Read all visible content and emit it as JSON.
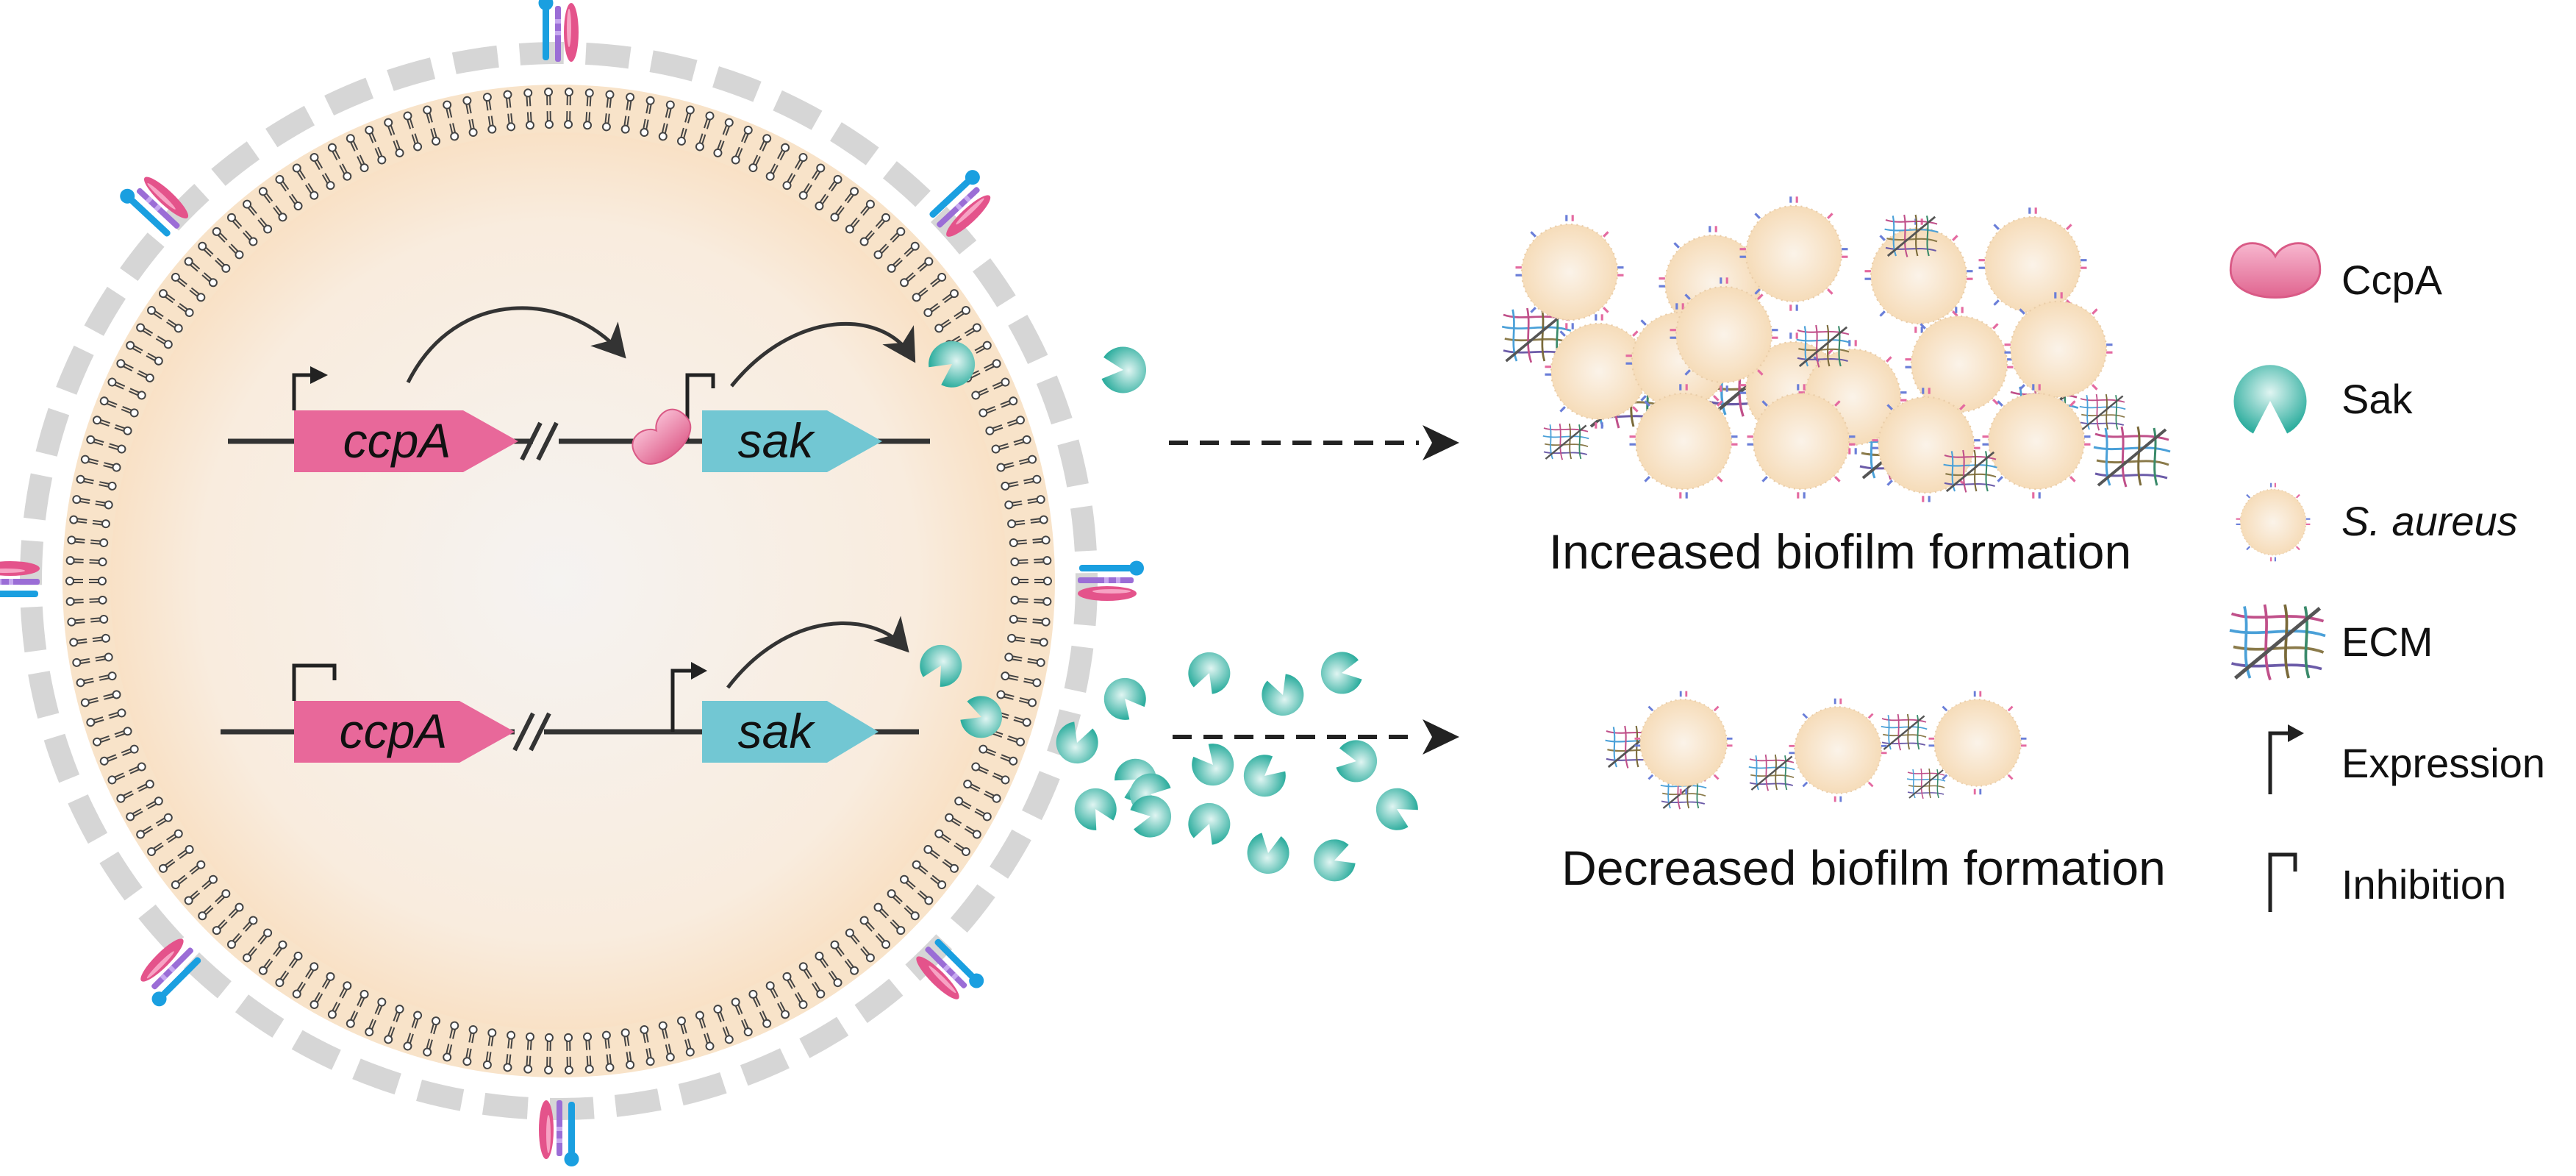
{
  "cell": {
    "top_operon": {
      "gene1": "ccpA",
      "gene2": "sak"
    },
    "bottom_operon": {
      "gene1": "ccpA",
      "gene2": "sak"
    }
  },
  "outcomes": {
    "increased": "Increased biofilm formation",
    "decreased": "Decreased biofilm formation"
  },
  "legend": {
    "ccpa": "CcpA",
    "sak": "Sak",
    "s_aureus": "S. aureus",
    "ecm": "ECM",
    "expression": "Expression",
    "inhibition": "Inhibition"
  },
  "colors": {
    "ccpa_pink": "#e8689a",
    "sak_teal": "#4dbdb3",
    "gene_sak_blue": "#72c7d3",
    "cytoplasm": "#fbe6cf",
    "membrane": "#3a3a3a",
    "wall": "#d4d4d4",
    "receptor_blue": "#1a9fe0",
    "receptor_purple": "#9b6dd6"
  }
}
